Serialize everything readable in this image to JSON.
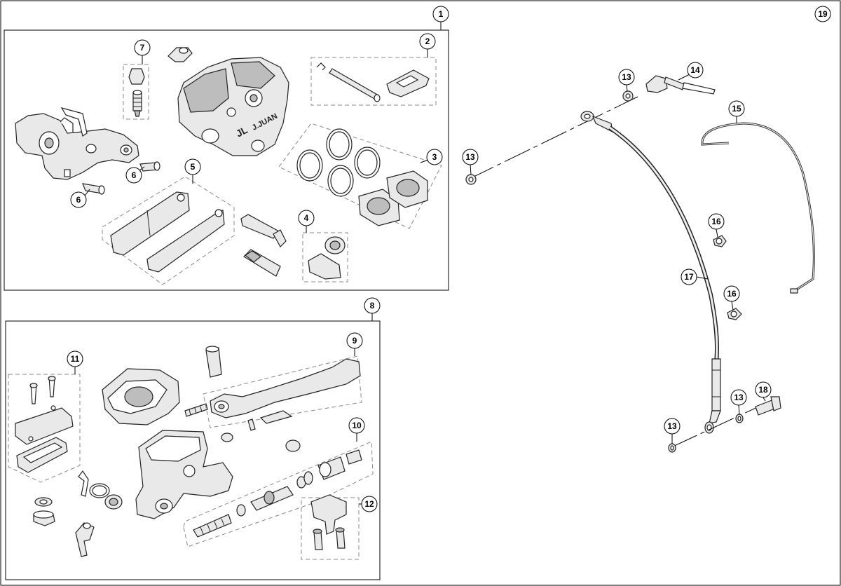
{
  "diagram": {
    "callouts": [
      {
        "id": "c1",
        "label": "1"
      },
      {
        "id": "c2",
        "label": "2"
      },
      {
        "id": "c3",
        "label": "3"
      },
      {
        "id": "c4",
        "label": "4"
      },
      {
        "id": "c5",
        "label": "5"
      },
      {
        "id": "c6a",
        "label": "6"
      },
      {
        "id": "c6b",
        "label": "6"
      },
      {
        "id": "c7",
        "label": "7"
      },
      {
        "id": "c8",
        "label": "8"
      },
      {
        "id": "c9",
        "label": "9"
      },
      {
        "id": "c10",
        "label": "10"
      },
      {
        "id": "c11",
        "label": "11"
      },
      {
        "id": "c12",
        "label": "12"
      },
      {
        "id": "c13a",
        "label": "13"
      },
      {
        "id": "c13b",
        "label": "13"
      },
      {
        "id": "c13c",
        "label": "13"
      },
      {
        "id": "c13d",
        "label": "13"
      },
      {
        "id": "c14",
        "label": "14"
      },
      {
        "id": "c15",
        "label": "15"
      },
      {
        "id": "c16a",
        "label": "16"
      },
      {
        "id": "c16b",
        "label": "16"
      },
      {
        "id": "c17",
        "label": "17"
      },
      {
        "id": "c18",
        "label": "18"
      },
      {
        "id": "c19",
        "label": "19"
      }
    ],
    "caliper_brand": "J.JUAN",
    "caliper_logo": "JL"
  }
}
